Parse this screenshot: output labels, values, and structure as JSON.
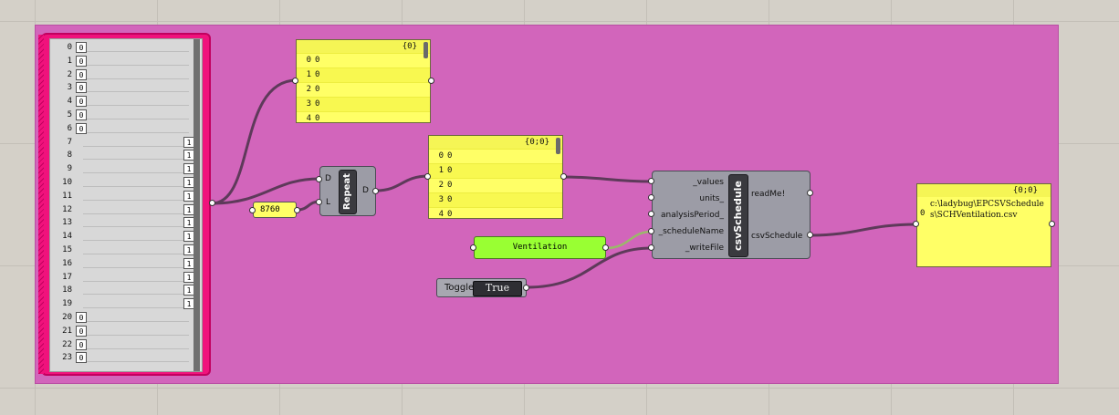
{
  "genepool": {
    "rows": [
      {
        "idx": "0",
        "val": "0"
      },
      {
        "idx": "1",
        "val": "0"
      },
      {
        "idx": "2",
        "val": "0"
      },
      {
        "idx": "3",
        "val": "0"
      },
      {
        "idx": "4",
        "val": "0"
      },
      {
        "idx": "5",
        "val": "0"
      },
      {
        "idx": "6",
        "val": "0"
      },
      {
        "idx": "7",
        "val": "1"
      },
      {
        "idx": "8",
        "val": "1"
      },
      {
        "idx": "9",
        "val": "1"
      },
      {
        "idx": "10",
        "val": "1"
      },
      {
        "idx": "11",
        "val": "1"
      },
      {
        "idx": "12",
        "val": "1"
      },
      {
        "idx": "13",
        "val": "1"
      },
      {
        "idx": "14",
        "val": "1"
      },
      {
        "idx": "15",
        "val": "1"
      },
      {
        "idx": "16",
        "val": "1"
      },
      {
        "idx": "17",
        "val": "1"
      },
      {
        "idx": "18",
        "val": "1"
      },
      {
        "idx": "19",
        "val": "1"
      },
      {
        "idx": "20",
        "val": "0"
      },
      {
        "idx": "21",
        "val": "0"
      },
      {
        "idx": "22",
        "val": "0"
      },
      {
        "idx": "23",
        "val": "0"
      }
    ]
  },
  "panel1": {
    "path": "{0}",
    "rows": [
      {
        "i": "0",
        "v": "0"
      },
      {
        "i": "1",
        "v": "0"
      },
      {
        "i": "2",
        "v": "0"
      },
      {
        "i": "3",
        "v": "0"
      },
      {
        "i": "4",
        "v": "0"
      }
    ]
  },
  "panel2": {
    "path": "{0;0}",
    "rows": [
      {
        "i": "0",
        "v": "0"
      },
      {
        "i": "1",
        "v": "0"
      },
      {
        "i": "2",
        "v": "0"
      },
      {
        "i": "3",
        "v": "0"
      },
      {
        "i": "4",
        "v": "0"
      }
    ]
  },
  "panel3": {
    "path": "{0;0}",
    "index": "0",
    "text": "c:\\ladybug\\EPCSVSchedules\\SCHVentilation.csv"
  },
  "number_slider": {
    "value": "8760"
  },
  "repeat": {
    "name": "Repeat",
    "in1": "D",
    "in2": "L",
    "out": "D"
  },
  "csv": {
    "name": "csvSchedule",
    "inputs": [
      "_values",
      "units_",
      "analysisPeriod_",
      "_scheduleName",
      "_writeFile"
    ],
    "outputs": [
      "readMe!",
      "csvSchedule"
    ]
  },
  "ventilation": {
    "text": "Ventilation"
  },
  "toggle": {
    "label": "Toggle",
    "value": "True"
  },
  "colors": {
    "group": "#d265bb",
    "genepool": "#f0127c",
    "panel": "#ffff66",
    "text_param": "#99ff33",
    "component": "#9c9ca6"
  }
}
